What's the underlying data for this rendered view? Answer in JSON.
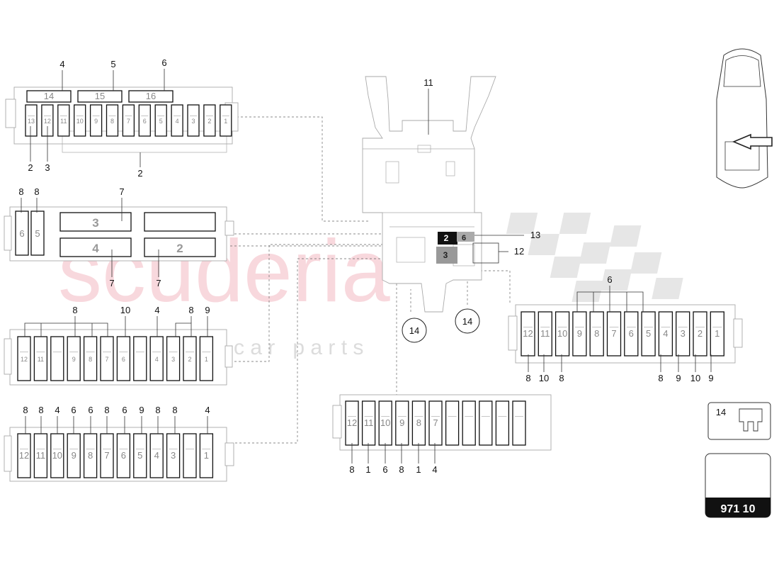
{
  "watermark": {
    "brand": "scuderia",
    "sub": "c a r   p a r t s"
  },
  "page_code": "971 10",
  "legend_part": "14",
  "callouts": {
    "a": [
      "4",
      "5",
      "6",
      "2",
      "3",
      "2"
    ],
    "b": [
      "8",
      "8",
      "7",
      "7",
      "7"
    ],
    "c": [
      "8",
      "10",
      "4",
      "8",
      "9"
    ],
    "d": [
      "8",
      "8",
      "4",
      "6",
      "6",
      "8",
      "6",
      "9",
      "8",
      "8",
      "4"
    ],
    "e": [
      "8",
      "1",
      "6",
      "8",
      "1",
      "4"
    ],
    "f": [
      "6",
      "8",
      "10",
      "8",
      "8",
      "9",
      "10",
      "9"
    ],
    "g": [
      "11",
      "13",
      "12",
      "14",
      "14"
    ]
  },
  "box_a": {
    "relays": [
      "14",
      "15",
      "16"
    ],
    "slots": [
      "13",
      "12",
      "11",
      "10",
      "9",
      "8",
      "7",
      "6",
      "5",
      "4",
      "3",
      "2",
      "1"
    ]
  },
  "box_b": {
    "small": [
      "6",
      "5"
    ],
    "relays": [
      "3",
      "",
      "4",
      "2"
    ]
  },
  "box_c": {
    "slots": [
      "12",
      "11",
      "",
      "9",
      "8",
      "7",
      "6",
      "",
      "4",
      "3",
      "2",
      "1"
    ]
  },
  "box_d": {
    "slots": [
      "12",
      "11",
      "10",
      "9",
      "8",
      "7",
      "6",
      "5",
      "4",
      "3",
      "",
      "1"
    ]
  },
  "box_e": {
    "slots": [
      "12",
      "11",
      "10",
      "9",
      "8",
      "7",
      "",
      "",
      "",
      "",
      ""
    ]
  },
  "box_f": {
    "slots": [
      "12",
      "11",
      "10",
      "9",
      "8",
      "7",
      "6",
      "5",
      "4",
      "3",
      "2",
      "1"
    ]
  },
  "central": {
    "tags": [
      "2",
      "6",
      "3"
    ]
  }
}
